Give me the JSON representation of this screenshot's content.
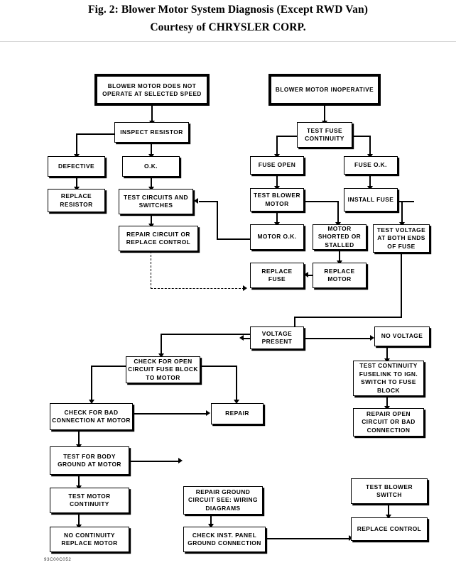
{
  "title": {
    "line1": "Fig. 2: Blower Motor System Diagnosis (Except RWD Van)",
    "line2": "Courtesy of CHRYSLER CORP."
  },
  "figure_code": "93C00C052",
  "diagram": {
    "type": "flowchart",
    "nodes": {
      "start_left": {
        "label": "BLOWER MOTOR DOES NOT OPERATE AT SELECTED SPEED",
        "style": "terminal"
      },
      "inspect_resistor": {
        "label": "INSPECT RESISTOR"
      },
      "defective": {
        "label": "DEFECTIVE"
      },
      "ok": {
        "label": "O.K."
      },
      "replace_resistor": {
        "label": "REPLACE RESISTOR"
      },
      "test_circuits": {
        "label": "TEST CIRCUITS AND SWITCHES"
      },
      "repair_circuit": {
        "label": "REPAIR CIRCUIT OR REPLACE CONTROL"
      },
      "start_right": {
        "label": "BLOWER MOTOR INOPERATIVE",
        "style": "terminal"
      },
      "test_fuse": {
        "label": "TEST FUSE CONTINUITY"
      },
      "fuse_open": {
        "label": "FUSE OPEN"
      },
      "fuse_ok": {
        "label": "FUSE O.K."
      },
      "test_blower_motor": {
        "label": "TEST BLOWER MOTOR"
      },
      "install_fuse": {
        "label": "INSTALL FUSE"
      },
      "motor_ok": {
        "label": "MOTOR O.K."
      },
      "motor_shorted": {
        "label": "MOTOR SHORTED OR STALLED"
      },
      "test_voltage": {
        "label": "TEST VOLTAGE AT BOTH ENDS OF FUSE"
      },
      "replace_fuse": {
        "label": "REPLACE FUSE"
      },
      "replace_motor": {
        "label": "REPLACE MOTOR"
      },
      "voltage_present": {
        "label": "VOLTAGE PRESENT"
      },
      "no_voltage": {
        "label": "NO VOLTAGE"
      },
      "check_open": {
        "label": "CHECK FOR OPEN CIRCUIT FUSE BLOCK TO MOTOR"
      },
      "check_bad_conn": {
        "label": "CHECK FOR BAD CONNECTION AT MOTOR"
      },
      "repair": {
        "label": "REPAIR"
      },
      "test_body_ground": {
        "label": "TEST FOR BODY GROUND AT MOTOR"
      },
      "repair_ground": {
        "label": "REPAIR GROUND CIRCUIT SEE: WIRING DIAGRAMS"
      },
      "test_motor_cont": {
        "label": "TEST MOTOR CONTINUITY"
      },
      "check_inst_panel": {
        "label": "CHECK INST. PANEL GROUND CONNECTION"
      },
      "no_continuity": {
        "label": "NO CONTINUITY REPLACE MOTOR"
      },
      "test_continuity_fl": {
        "label": "TEST CONTINUITY FUSELINK TO IGN. SWITCH TO FUSE BLOCK"
      },
      "repair_open": {
        "label": "REPAIR OPEN CIRCUIT OR BAD CONNECTION"
      },
      "test_blower_switch": {
        "label": "TEST BLOWER SWITCH"
      },
      "replace_control": {
        "label": "REPLACE CONTROL"
      }
    },
    "edges": [
      {
        "from": "start_left",
        "to": "inspect_resistor"
      },
      {
        "from": "inspect_resistor",
        "to": "defective"
      },
      {
        "from": "inspect_resistor",
        "to": "ok"
      },
      {
        "from": "defective",
        "to": "replace_resistor"
      },
      {
        "from": "ok",
        "to": "test_circuits"
      },
      {
        "from": "test_circuits",
        "to": "repair_circuit"
      },
      {
        "from": "repair_circuit",
        "to": "replace_fuse",
        "style": "dashed"
      },
      {
        "from": "start_right",
        "to": "test_fuse"
      },
      {
        "from": "test_fuse",
        "to": "fuse_open"
      },
      {
        "from": "test_fuse",
        "to": "fuse_ok"
      },
      {
        "from": "fuse_open",
        "to": "test_blower_motor"
      },
      {
        "from": "fuse_ok",
        "to": "install_fuse"
      },
      {
        "from": "test_blower_motor",
        "to": "motor_ok"
      },
      {
        "from": "test_blower_motor",
        "to": "motor_shorted"
      },
      {
        "from": "install_fuse",
        "to": "test_voltage"
      },
      {
        "from": "motor_ok",
        "to": "test_circuits"
      },
      {
        "from": "motor_shorted",
        "to": "replace_motor"
      },
      {
        "from": "replace_motor",
        "to": "replace_fuse"
      },
      {
        "from": "test_voltage",
        "to": "voltage_present"
      },
      {
        "from": "test_voltage",
        "to": "no_voltage"
      },
      {
        "from": "voltage_present",
        "to": "check_open"
      },
      {
        "from": "check_open",
        "to": "check_bad_conn"
      },
      {
        "from": "check_open",
        "to": "repair"
      },
      {
        "from": "check_bad_conn",
        "to": "repair"
      },
      {
        "from": "check_bad_conn",
        "to": "test_body_ground"
      },
      {
        "from": "test_body_ground",
        "to": "repair_ground"
      },
      {
        "from": "test_body_ground",
        "to": "test_motor_cont"
      },
      {
        "from": "test_motor_cont",
        "to": "no_continuity"
      },
      {
        "from": "repair_ground",
        "to": "check_inst_panel"
      },
      {
        "from": "check_inst_panel",
        "to": "test_blower_switch"
      },
      {
        "from": "no_voltage",
        "to": "test_continuity_fl"
      },
      {
        "from": "test_continuity_fl",
        "to": "repair_open"
      },
      {
        "from": "test_blower_switch",
        "to": "replace_control"
      }
    ]
  }
}
